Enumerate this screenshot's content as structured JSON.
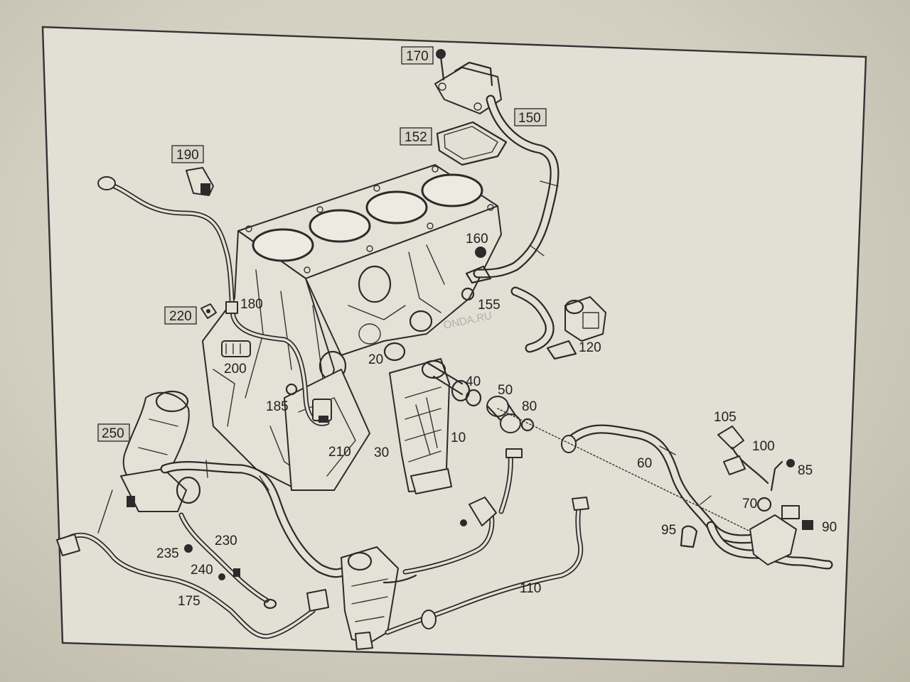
{
  "diagram": {
    "callouts": [
      {
        "id": "c170",
        "text": "170",
        "boxed": true
      },
      {
        "id": "c150",
        "text": "150",
        "boxed": true
      },
      {
        "id": "c152",
        "text": "152",
        "boxed": true
      },
      {
        "id": "c190",
        "text": "190",
        "boxed": true
      },
      {
        "id": "c160",
        "text": "160",
        "boxed": false
      },
      {
        "id": "c155",
        "text": "155",
        "boxed": false
      },
      {
        "id": "c120",
        "text": "120",
        "boxed": false
      },
      {
        "id": "c220",
        "text": "220",
        "boxed": true
      },
      {
        "id": "c180",
        "text": "180",
        "boxed": false
      },
      {
        "id": "c200",
        "text": "200",
        "boxed": false
      },
      {
        "id": "c20",
        "text": "20",
        "boxed": false
      },
      {
        "id": "c40",
        "text": "40",
        "boxed": false
      },
      {
        "id": "c50",
        "text": "50",
        "boxed": false
      },
      {
        "id": "c80",
        "text": "80",
        "boxed": false
      },
      {
        "id": "c185",
        "text": "185",
        "boxed": false
      },
      {
        "id": "c250",
        "text": "250",
        "boxed": true
      },
      {
        "id": "c210",
        "text": "210",
        "boxed": false
      },
      {
        "id": "c30",
        "text": "30",
        "boxed": false
      },
      {
        "id": "c10",
        "text": "10",
        "boxed": false
      },
      {
        "id": "c105",
        "text": "105",
        "boxed": false
      },
      {
        "id": "c100",
        "text": "100",
        "boxed": false
      },
      {
        "id": "c85",
        "text": "85",
        "boxed": false
      },
      {
        "id": "c60",
        "text": "60",
        "boxed": false
      },
      {
        "id": "c70",
        "text": "70",
        "boxed": false
      },
      {
        "id": "c95",
        "text": "95",
        "boxed": false
      },
      {
        "id": "c90",
        "text": "90",
        "boxed": false
      },
      {
        "id": "c230",
        "text": "230",
        "boxed": false
      },
      {
        "id": "c235",
        "text": "235",
        "boxed": false
      },
      {
        "id": "c240",
        "text": "240",
        "boxed": false
      },
      {
        "id": "c175",
        "text": "175",
        "boxed": false
      },
      {
        "id": "c110",
        "text": "110",
        "boxed": false
      }
    ],
    "watermark": "ONDA.RU"
  }
}
